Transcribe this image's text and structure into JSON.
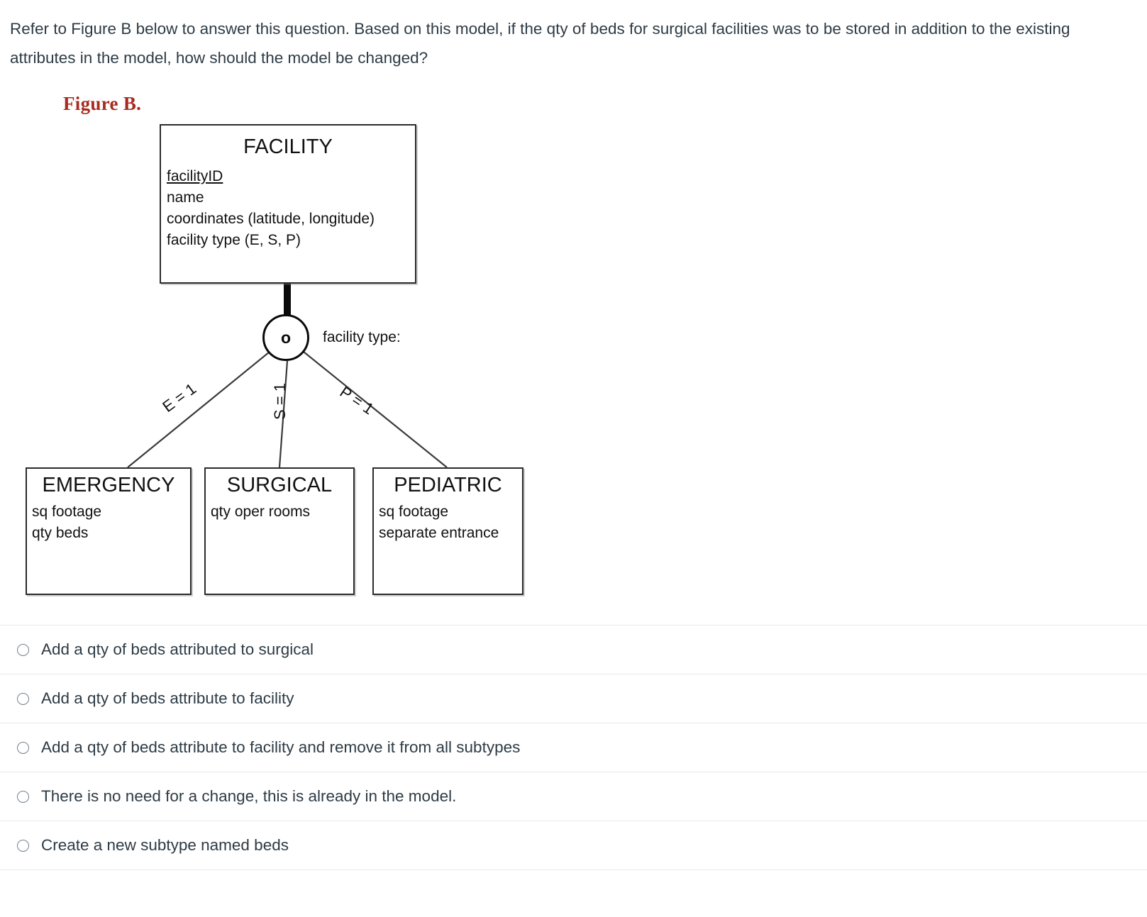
{
  "question": {
    "stem": "Refer to Figure B below to answer this question. Based on this model, if the qty of beds for surgical facilities was to be stored in addition to the existing attributes in the model, how should the model be changed?"
  },
  "figure": {
    "label": "Figure B.",
    "label_color": "#a82c21",
    "supertype": {
      "title": "FACILITY",
      "attributes": [
        {
          "name": "facilityID",
          "primary_key": true
        },
        {
          "name": "name",
          "primary_key": false
        },
        {
          "name": "coordinates (latitude, longitude)",
          "primary_key": false
        },
        {
          "name": "facility type (E, S, P)",
          "primary_key": false
        }
      ]
    },
    "discriminator": {
      "symbol": "o",
      "label": "facility type:"
    },
    "subtypes": [
      {
        "title": "EMERGENCY",
        "cardinality_label": "E = 1",
        "attributes": [
          {
            "name": "sq footage",
            "primary_key": false
          },
          {
            "name": "qty beds",
            "primary_key": false
          }
        ]
      },
      {
        "title": "SURGICAL",
        "cardinality_label": "S = 1",
        "attributes": [
          {
            "name": "qty oper rooms",
            "primary_key": false
          }
        ]
      },
      {
        "title": "PEDIATRIC",
        "cardinality_label": "P = 1",
        "attributes": [
          {
            "name": "sq footage",
            "primary_key": false
          },
          {
            "name": "separate entrance",
            "primary_key": false
          }
        ]
      }
    ]
  },
  "answers": {
    "options": [
      {
        "label": "Add a qty of beds attributed to surgical",
        "selected": false
      },
      {
        "label": "Add a qty of beds attribute to facility",
        "selected": false
      },
      {
        "label": "Add a qty of beds attribute to facility and remove it from all subtypes",
        "selected": false
      },
      {
        "label": "There is no need for a change, this is already in the model.",
        "selected": false
      },
      {
        "label": "Create a new subtype named beds",
        "selected": false
      }
    ]
  }
}
